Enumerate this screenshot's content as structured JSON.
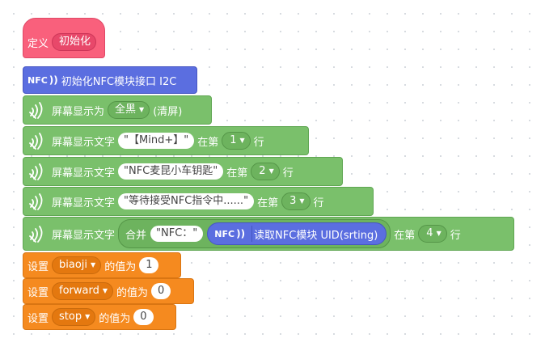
{
  "define_block": {
    "define_label": "定义",
    "proc_name": "初始化"
  },
  "nfc_init": {
    "tag": "NFC",
    "label": "初始化NFC模块接口 I2C"
  },
  "screen_show": {
    "label": "屏幕显示为",
    "option": "全黑",
    "suffix": "(清屏)"
  },
  "text_lines": [
    {
      "label": "屏幕显示文字",
      "text": "\"【Mind+】\"",
      "at": "在第",
      "line": "1",
      "row": "行"
    },
    {
      "label": "屏幕显示文字",
      "text": "\"NFC麦昆小车钥匙\"",
      "at": "在第",
      "line": "2",
      "row": "行"
    },
    {
      "label": "屏幕显示文字",
      "text": "\"等待接受NFC指令中......\"",
      "at": "在第",
      "line": "3",
      "row": "行"
    }
  ],
  "text_join": {
    "label": "屏幕显示文字",
    "join_label": "合并",
    "first": "\"NFC：\"",
    "nfc_tag": "NFC",
    "read_label": "读取NFC模块 UID(srting)",
    "at": "在第",
    "line": "4",
    "row": "行"
  },
  "vars": [
    {
      "set": "设置",
      "name": "biaoji",
      "value_of": "的值为",
      "value": "1"
    },
    {
      "set": "设置",
      "name": "forward",
      "value_of": "的值为",
      "value": "0"
    },
    {
      "set": "设置",
      "name": "stop",
      "value_of": "的值为",
      "value": "0"
    }
  ],
  "caret": "▼",
  "wave": "))",
  "icons": {
    "oled": "oled-signal-icon"
  },
  "colors": {
    "green": "#7ac06b",
    "blue": "#5b6ee0",
    "orange": "#f58a1f",
    "pink": "#f9607c"
  }
}
